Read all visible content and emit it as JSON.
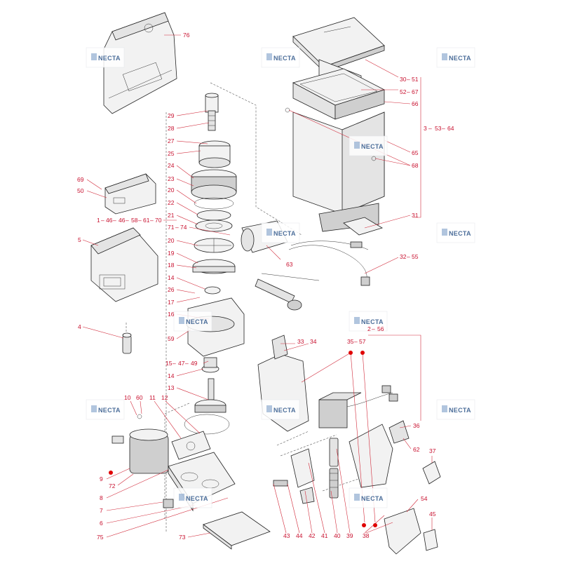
{
  "watermark": {
    "text": "NECTA",
    "color": "#4c6e9a"
  },
  "accent_color": "#c8102e",
  "callouts": {
    "c76": "76",
    "c29": "29",
    "c28": "28",
    "c27": "27",
    "c25": "25",
    "c24": "24",
    "c23": "23",
    "c20a": "20",
    "c22": "22",
    "c21": "21",
    "c71": "71",
    "c74": "74",
    "c20b": "20",
    "c19": "19",
    "c18": "18",
    "c14a": "14",
    "c26": "26",
    "c17": "17",
    "c16": "16",
    "c59": "59",
    "c15": "15",
    "c47": "47",
    "c49": "49",
    "c14b": "14",
    "c13": "13",
    "c69": "69",
    "c50": "50",
    "c1": "1",
    "c46a": "46",
    "c46b": "46",
    "c58": "58",
    "c61": "61",
    "c70": "70",
    "c5": "5",
    "c4": "4",
    "c63": "63",
    "c30": "30",
    "c51": "51",
    "c52": "52",
    "c67": "67",
    "c66": "66",
    "c3": "3",
    "c53": "53",
    "c64": "64",
    "c65": "65",
    "c68": "68",
    "c31": "31",
    "c32": "32",
    "c55": "55",
    "c2": "2",
    "c56": "56",
    "c33": "33",
    "c34": "34",
    "c35": "35",
    "c57": "57",
    "c36": "36",
    "c62": "62",
    "c37": "37",
    "c10": "10",
    "c60": "60",
    "c11": "11",
    "c12": "12",
    "c9": "9",
    "c72": "72",
    "c8": "8",
    "c7": "7",
    "c6": "6",
    "c75": "75",
    "c73": "73",
    "c43": "43",
    "c44": "44",
    "c42": "42",
    "c41": "41",
    "c40": "40",
    "c39": "39",
    "c38": "38",
    "c54": "54",
    "c45": "45"
  }
}
